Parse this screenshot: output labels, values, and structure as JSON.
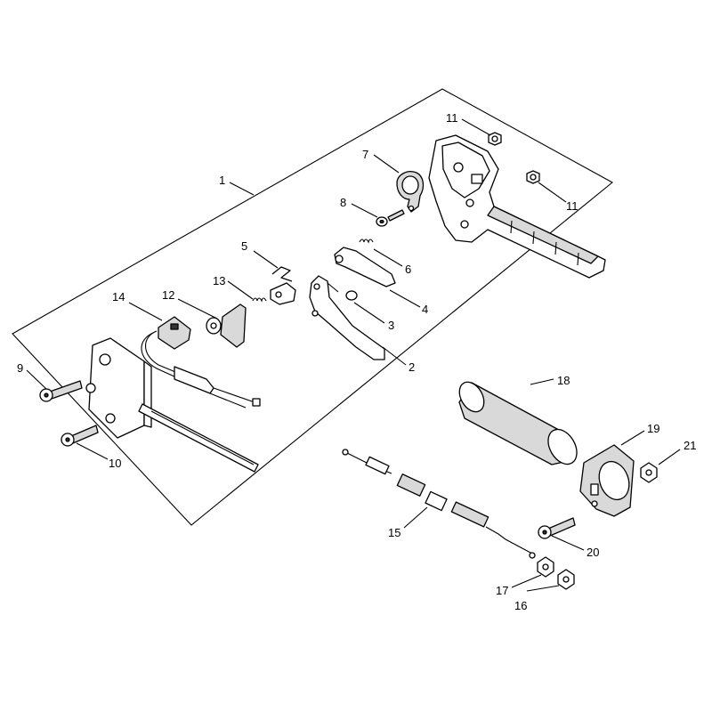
{
  "diagram": {
    "callouts": [
      {
        "id": "1",
        "label": "1"
      },
      {
        "id": "2",
        "label": "2"
      },
      {
        "id": "3",
        "label": "3"
      },
      {
        "id": "4",
        "label": "4"
      },
      {
        "id": "5",
        "label": "5"
      },
      {
        "id": "6",
        "label": "6"
      },
      {
        "id": "7",
        "label": "7"
      },
      {
        "id": "8",
        "label": "8"
      },
      {
        "id": "9",
        "label": "9"
      },
      {
        "id": "10",
        "label": "10"
      },
      {
        "id": "11a",
        "label": "11"
      },
      {
        "id": "11b",
        "label": "11"
      },
      {
        "id": "12",
        "label": "12"
      },
      {
        "id": "13",
        "label": "13"
      },
      {
        "id": "14",
        "label": "14"
      },
      {
        "id": "15",
        "label": "15"
      },
      {
        "id": "16",
        "label": "16"
      },
      {
        "id": "17",
        "label": "17"
      },
      {
        "id": "18",
        "label": "18"
      },
      {
        "id": "19",
        "label": "19"
      },
      {
        "id": "20",
        "label": "20"
      },
      {
        "id": "21",
        "label": "21"
      }
    ]
  }
}
